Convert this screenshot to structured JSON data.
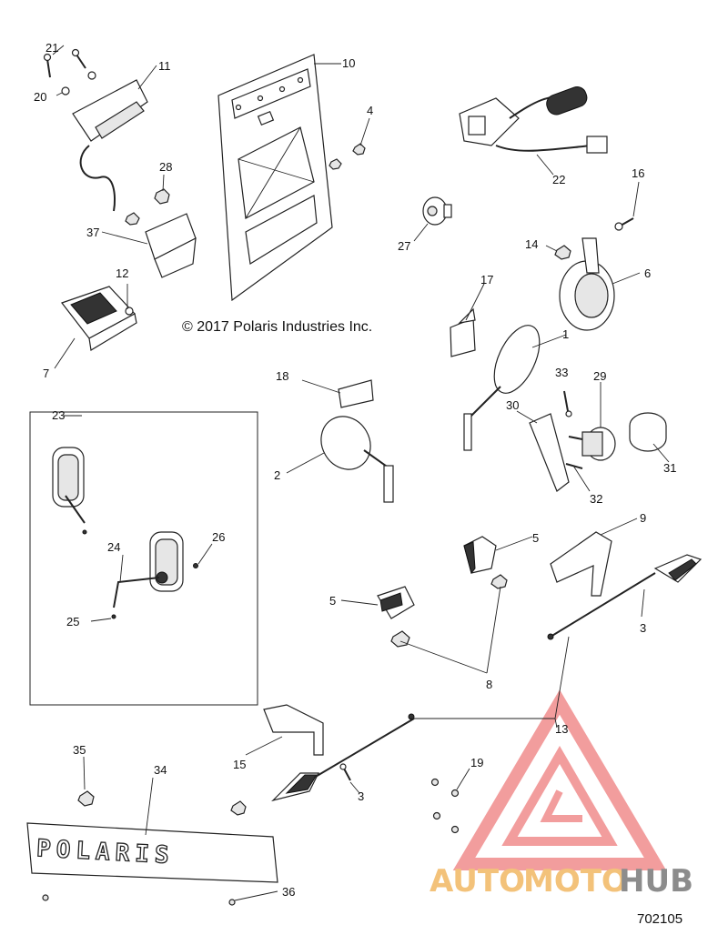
{
  "copyright": "© 2017  Polaris Industries Inc.",
  "figure_number": "702105",
  "watermark": {
    "part1": "AUTO",
    "part2": "MOTO",
    "part3": "HUB"
  },
  "plate_lettering": "POLARIS",
  "callouts": {
    "c1": "1",
    "c2": "2",
    "c3a": "3",
    "c3b": "3",
    "c4": "4",
    "c5a": "5",
    "c5b": "5",
    "c6": "6",
    "c7": "7",
    "c8": "8",
    "c9": "9",
    "c10": "10",
    "c11": "11",
    "c12": "12",
    "c13": "13",
    "c14": "14",
    "c15": "15",
    "c16": "16",
    "c17": "17",
    "c18": "18",
    "c19": "19",
    "c20": "20",
    "c21": "21",
    "c22": "22",
    "c23": "23",
    "c24": "24",
    "c25": "25",
    "c26": "26",
    "c27": "27",
    "c28": "28",
    "c29": "29",
    "c30": "30",
    "c31": "31",
    "c32": "32",
    "c33": "33",
    "c34": "34",
    "c35": "35",
    "c36": "36",
    "c37": "37"
  },
  "colors": {
    "watermark_red": "#f08c8c",
    "watermark_orange": "#f3c27a",
    "watermark_grey": "#8c8c8c",
    "line": "#222222"
  }
}
